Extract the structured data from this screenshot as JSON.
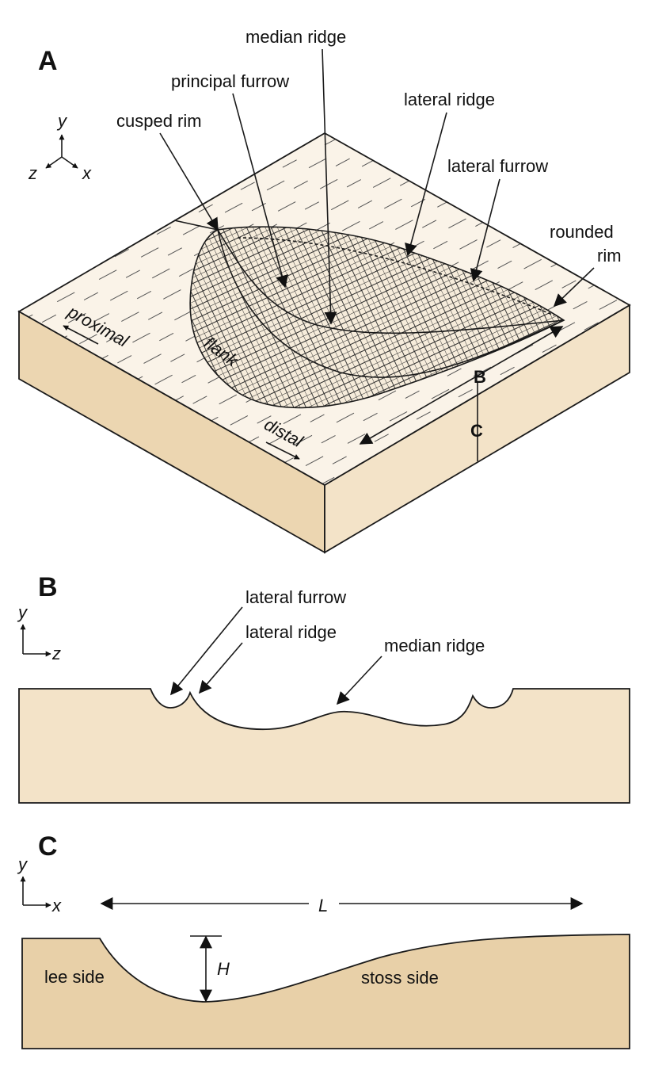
{
  "panel_a": {
    "letter": "A",
    "axes": {
      "y": "y",
      "z": "z",
      "x": "x"
    },
    "labels": {
      "median_ridge": "median ridge",
      "principal_furrow": "principal furrow",
      "cusped_rim": "cusped rim",
      "lateral_ridge": "lateral ridge",
      "lateral_furrow": "lateral furrow",
      "rounded_rim_1": "rounded",
      "rounded_rim_2": "rim",
      "proximal": "proximal",
      "flank": "flank",
      "distal": "distal",
      "section_b": "B",
      "section_c": "C"
    }
  },
  "panel_b": {
    "letter": "B",
    "axes": {
      "y": "y",
      "z": "z"
    },
    "labels": {
      "lateral_furrow": "lateral furrow",
      "lateral_ridge": "lateral ridge",
      "median_ridge": "median ridge"
    }
  },
  "panel_c": {
    "letter": "C",
    "axes": {
      "y": "y",
      "x": "x"
    },
    "labels": {
      "length": "L",
      "height": "H",
      "lee_side": "lee side",
      "stoss_side": "stoss side"
    }
  },
  "colors": {
    "top_face": "#faf3e8",
    "front_face": "#ecd6b1",
    "right_face": "#f3e3c8",
    "section_b_fill": "#f3e3c8",
    "section_c_fill": "#e8d0a8",
    "line": "#1a1a1a"
  }
}
